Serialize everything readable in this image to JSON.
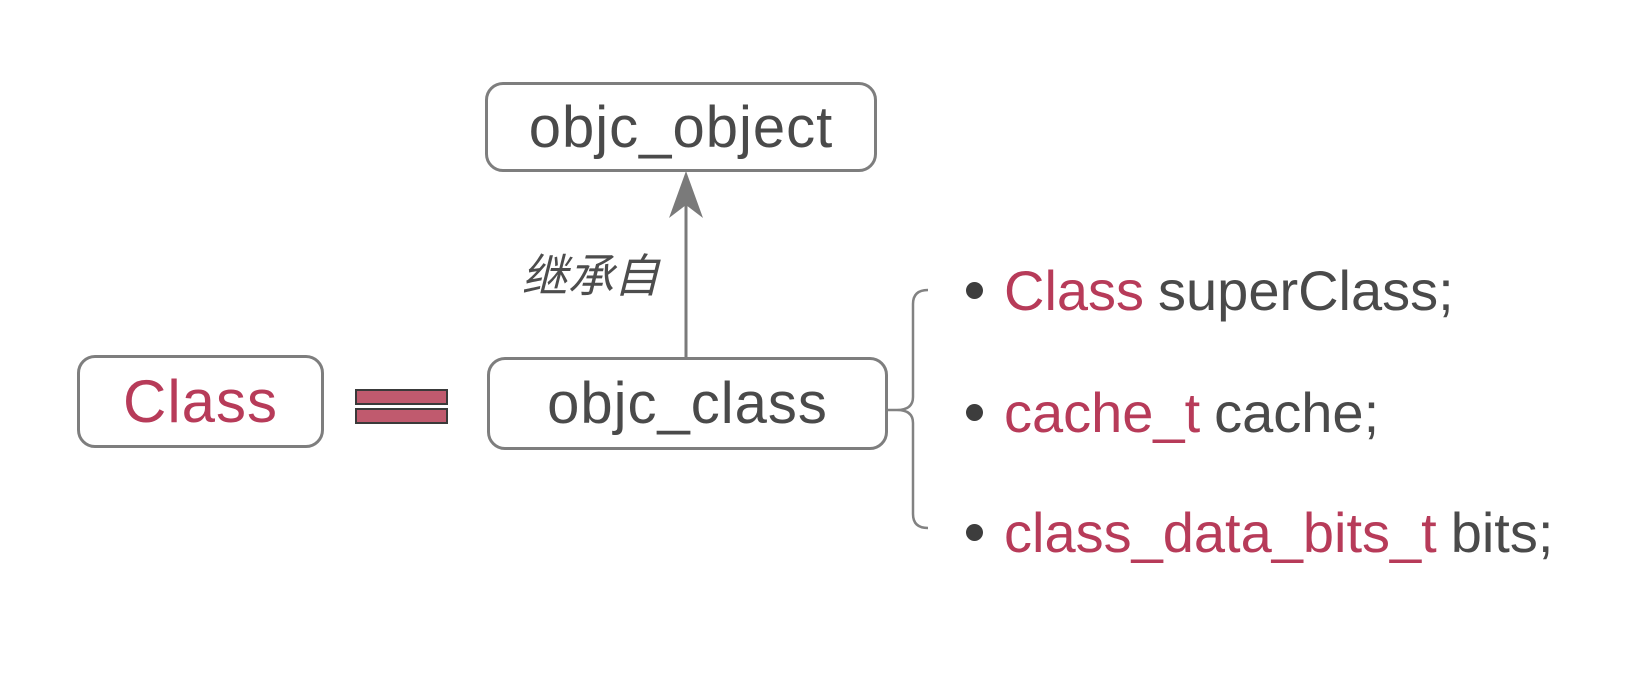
{
  "colors": {
    "crimson": "#b73b59",
    "gray_text": "#4a4a4a",
    "box_border": "#7e7e7e",
    "line": "#7a7a7a",
    "equals_fill": "#c05a6e",
    "equals_border": "#3a3a3a",
    "background": "#ffffff"
  },
  "nodes": {
    "objc_object": {
      "label": "objc_object"
    },
    "class_alias": {
      "label": "Class"
    },
    "objc_class": {
      "label": "objc_class"
    }
  },
  "labels": {
    "inherits": "继承自"
  },
  "members": [
    {
      "type": "Class",
      "name": "superClass;"
    },
    {
      "type": "cache_t",
      "name": "cache;"
    },
    {
      "type": "class_data_bits_t",
      "name": "bits;"
    }
  ]
}
